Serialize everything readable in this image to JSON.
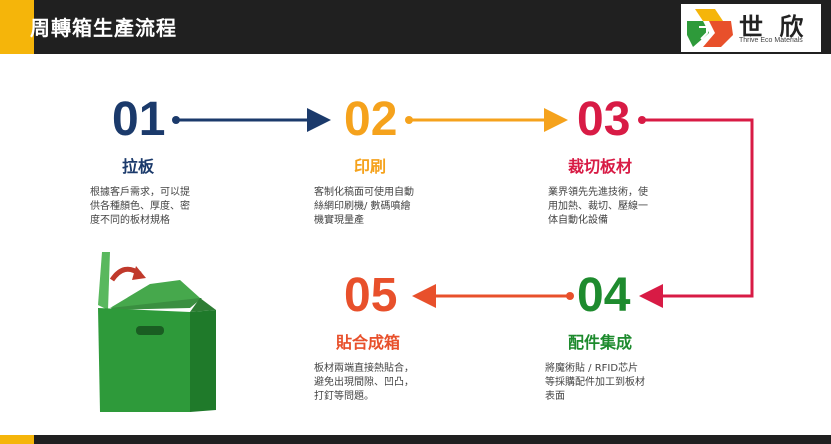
{
  "header": {
    "title": "周轉箱生產流程"
  },
  "logo": {
    "name": "世 欣",
    "tagline": "Thrive Eco Materials"
  },
  "colors": {
    "accent_yellow": "#f5b50a",
    "navy": "#1b3a6b",
    "orange": "#f5a21c",
    "crimson": "#d81b45",
    "green": "#1e8b2e",
    "red_orange": "#e8502b",
    "box_green": "#2e9a3a"
  },
  "steps": [
    {
      "number": "01",
      "title": "拉板",
      "desc": [
        "根據客戶需求，可以提",
        "供各種顏色、厚度、密",
        "度不同的板材規格"
      ]
    },
    {
      "number": "02",
      "title": "印刷",
      "desc": [
        "客制化稿面可使用自動",
        "絲網印刷機/ 數碼噴繪",
        "機實現量產"
      ]
    },
    {
      "number": "03",
      "title": "裁切板材",
      "desc": [
        "業界領先先進技術，使",
        "用加熱、裁切、壓線一",
        "体自動化設備"
      ]
    },
    {
      "number": "04",
      "title": "配件集成",
      "desc": [
        "將魔術貼 / RFID芯片",
        "等採購配件加工到板材",
        "表面"
      ]
    },
    {
      "number": "05",
      "title": "貼合成箱",
      "desc": [
        "板材兩端直接熱貼合，",
        "避免出現間隙、凹凸，",
        "打釘等問題。"
      ]
    }
  ]
}
